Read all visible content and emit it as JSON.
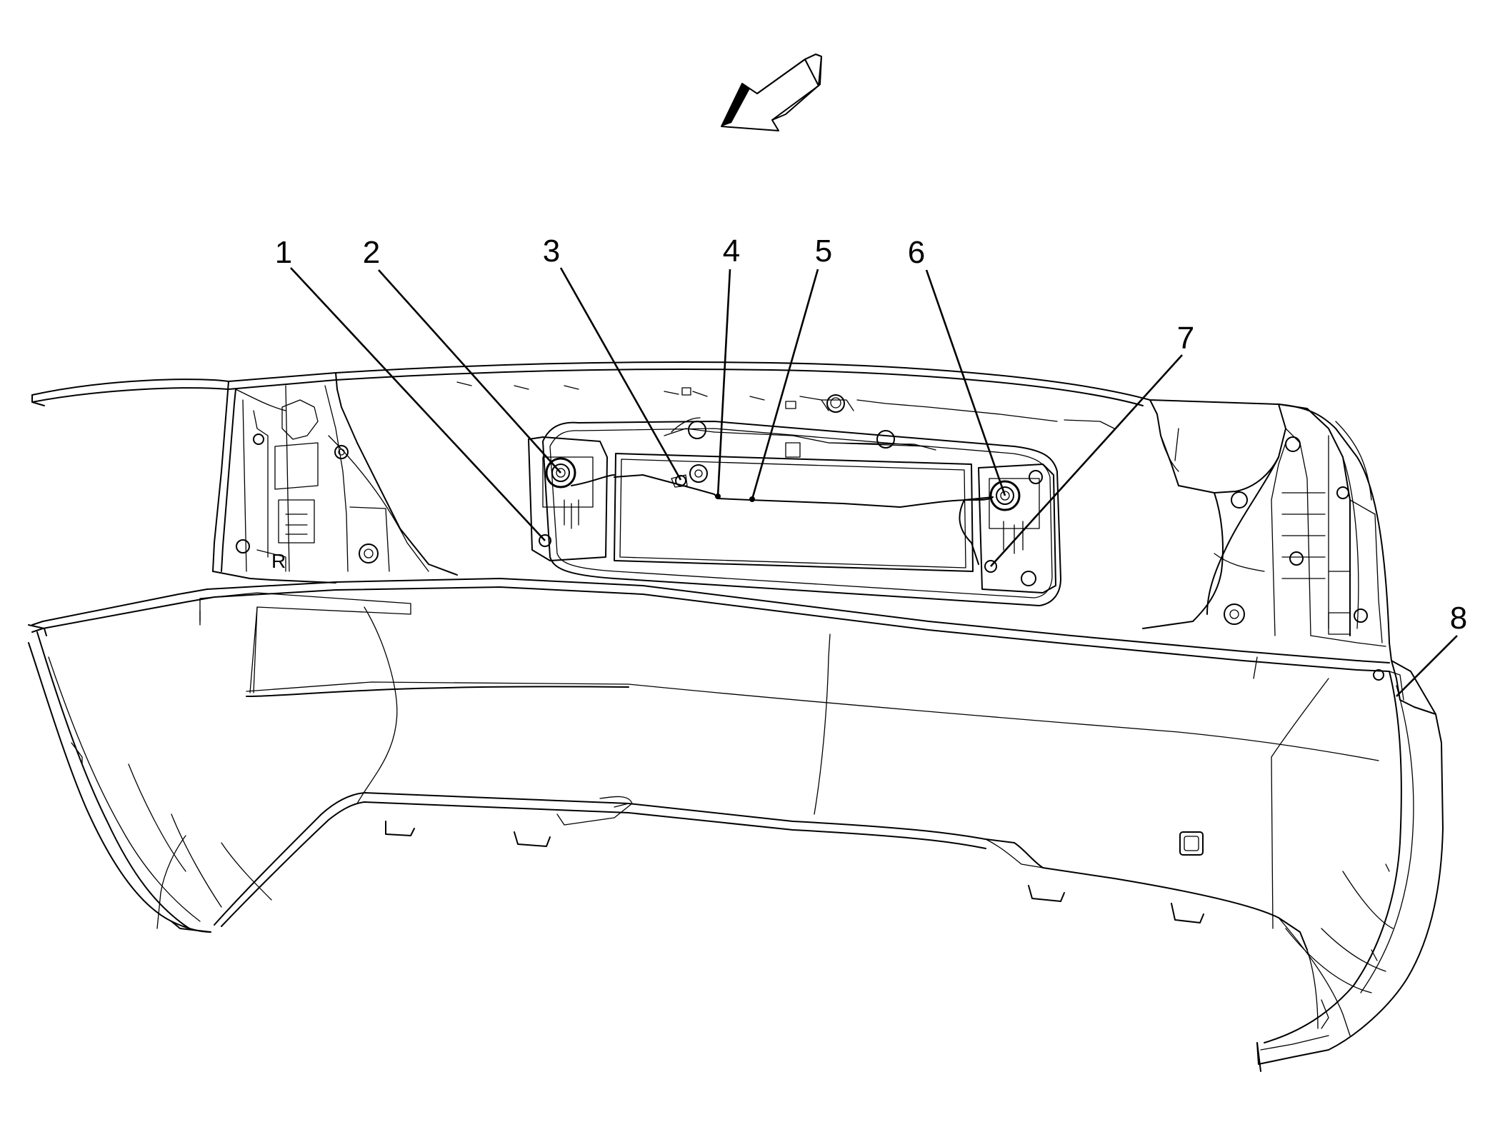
{
  "callouts": [
    {
      "id": "1",
      "label": "1"
    },
    {
      "id": "2",
      "label": "2"
    },
    {
      "id": "3",
      "label": "3"
    },
    {
      "id": "4",
      "label": "4"
    },
    {
      "id": "5",
      "label": "5"
    },
    {
      "id": "6",
      "label": "6"
    },
    {
      "id": "7",
      "label": "7"
    },
    {
      "id": "8",
      "label": "8"
    }
  ],
  "colors": {
    "line": "#000000",
    "background": "#ffffff"
  },
  "icons": {
    "direction": "front-direction-arrow-icon"
  }
}
